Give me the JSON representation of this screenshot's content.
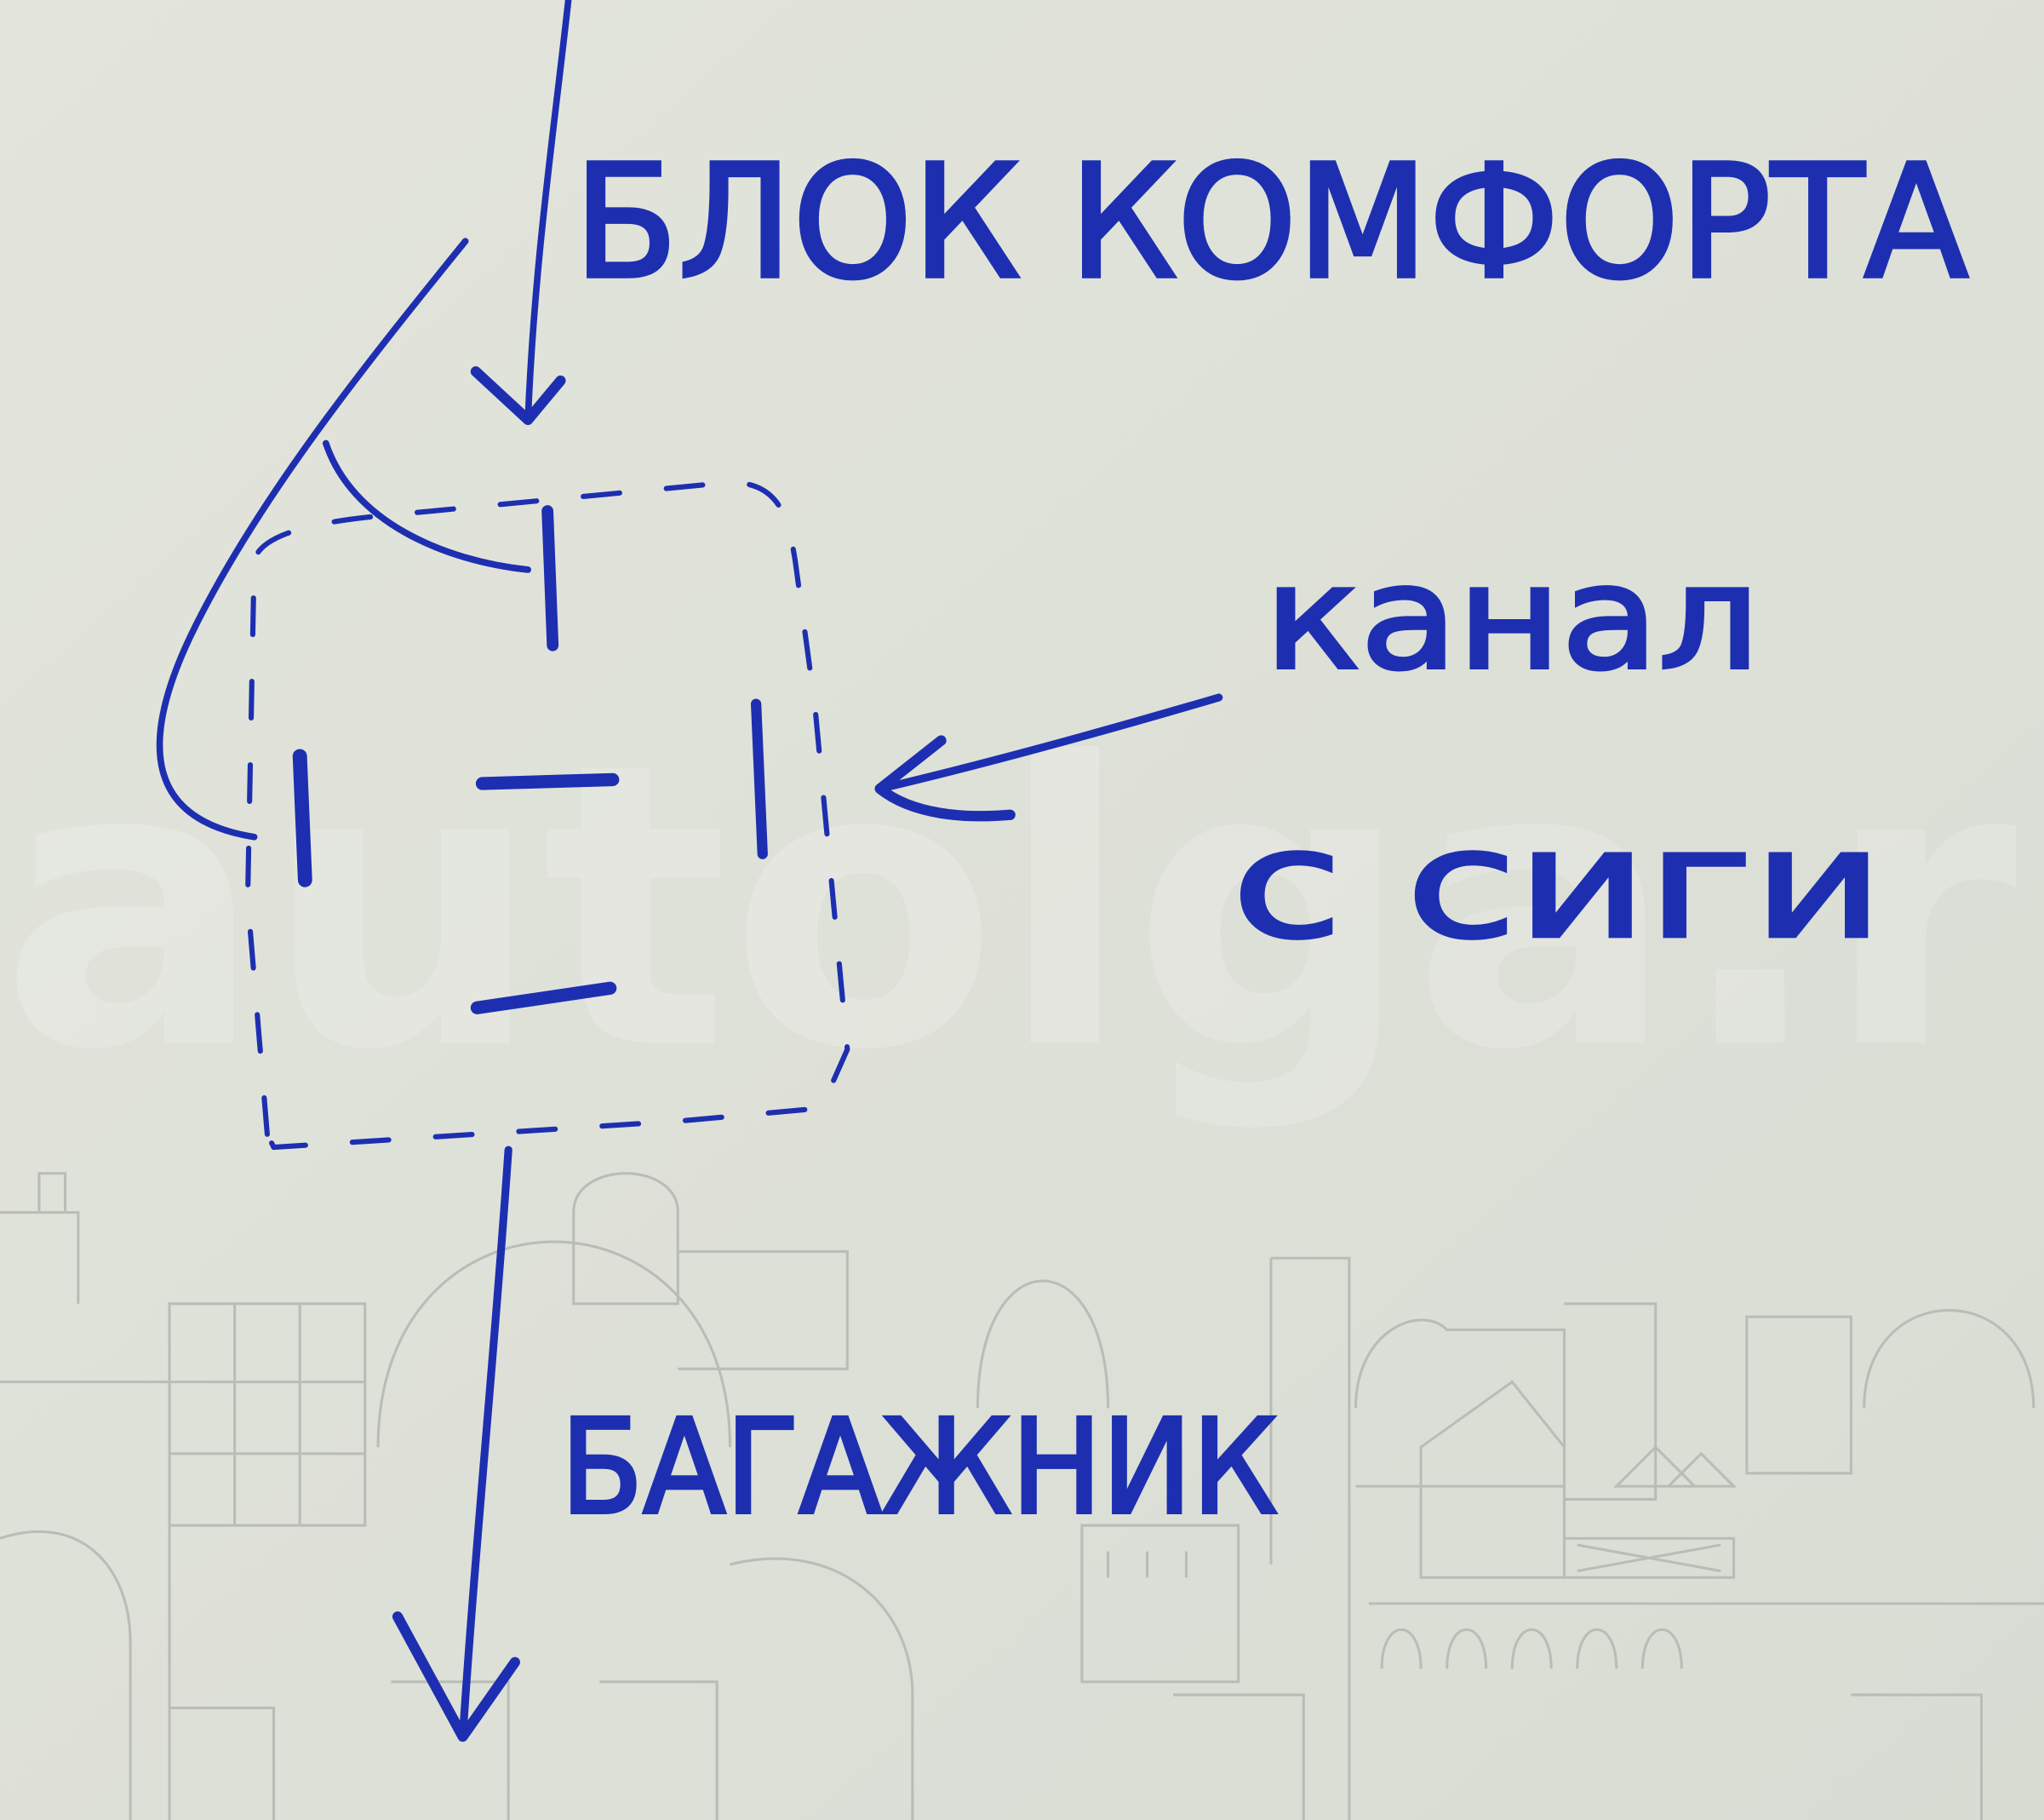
{
  "labels": {
    "comfort_block": "БЛОК КОМФОРТА",
    "channel_line1": "канал",
    "channel_line2": "с сиги",
    "trunk": "БАГАЖНИК"
  },
  "watermark": "autolga.ru",
  "colors": {
    "ink": "#1d2fb0",
    "paper": "#dfe2d8",
    "background_print": "#b9bcb7"
  }
}
